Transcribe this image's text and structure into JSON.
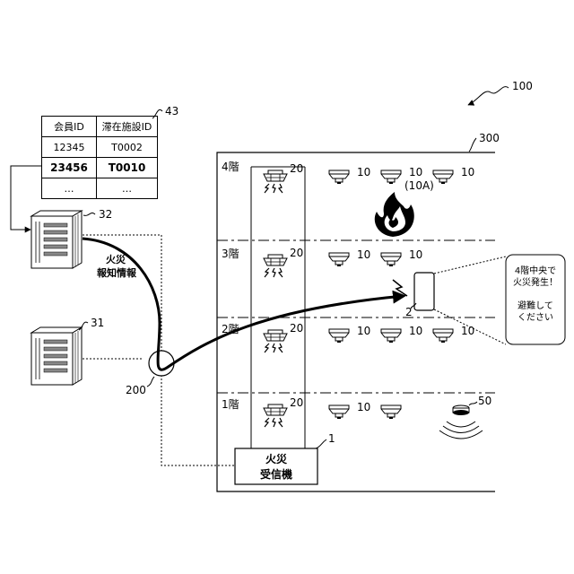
{
  "figure_ref": "100",
  "building_ref": "300",
  "table": {
    "ref": "43",
    "headers": [
      "会員ID",
      "滞在施設ID"
    ],
    "rows": [
      {
        "member": "12345",
        "facility": "T0002",
        "bold": false
      },
      {
        "member": "23456",
        "facility": "T0010",
        "bold": true
      },
      {
        "member": "…",
        "facility": "…",
        "bold": false
      }
    ]
  },
  "servers": [
    {
      "ref": "32"
    },
    {
      "ref": "31"
    }
  ],
  "network": {
    "ref": "200"
  },
  "notification_label": [
    "火災",
    "報知情報"
  ],
  "floors": [
    {
      "label": "4階"
    },
    {
      "label": "3階"
    },
    {
      "label": "2階"
    },
    {
      "label": "1階"
    }
  ],
  "refs": {
    "speaker": "20",
    "detector": "10",
    "detector_fire": "(10A)",
    "terminal": "2",
    "alarm_device": "50",
    "receiver_unit": "1"
  },
  "receiver_label": [
    "火災",
    "受信機"
  ],
  "message": {
    "line1": "4階中央で",
    "line2": "火災発生！",
    "line3": "避難して",
    "line4": "ください"
  }
}
